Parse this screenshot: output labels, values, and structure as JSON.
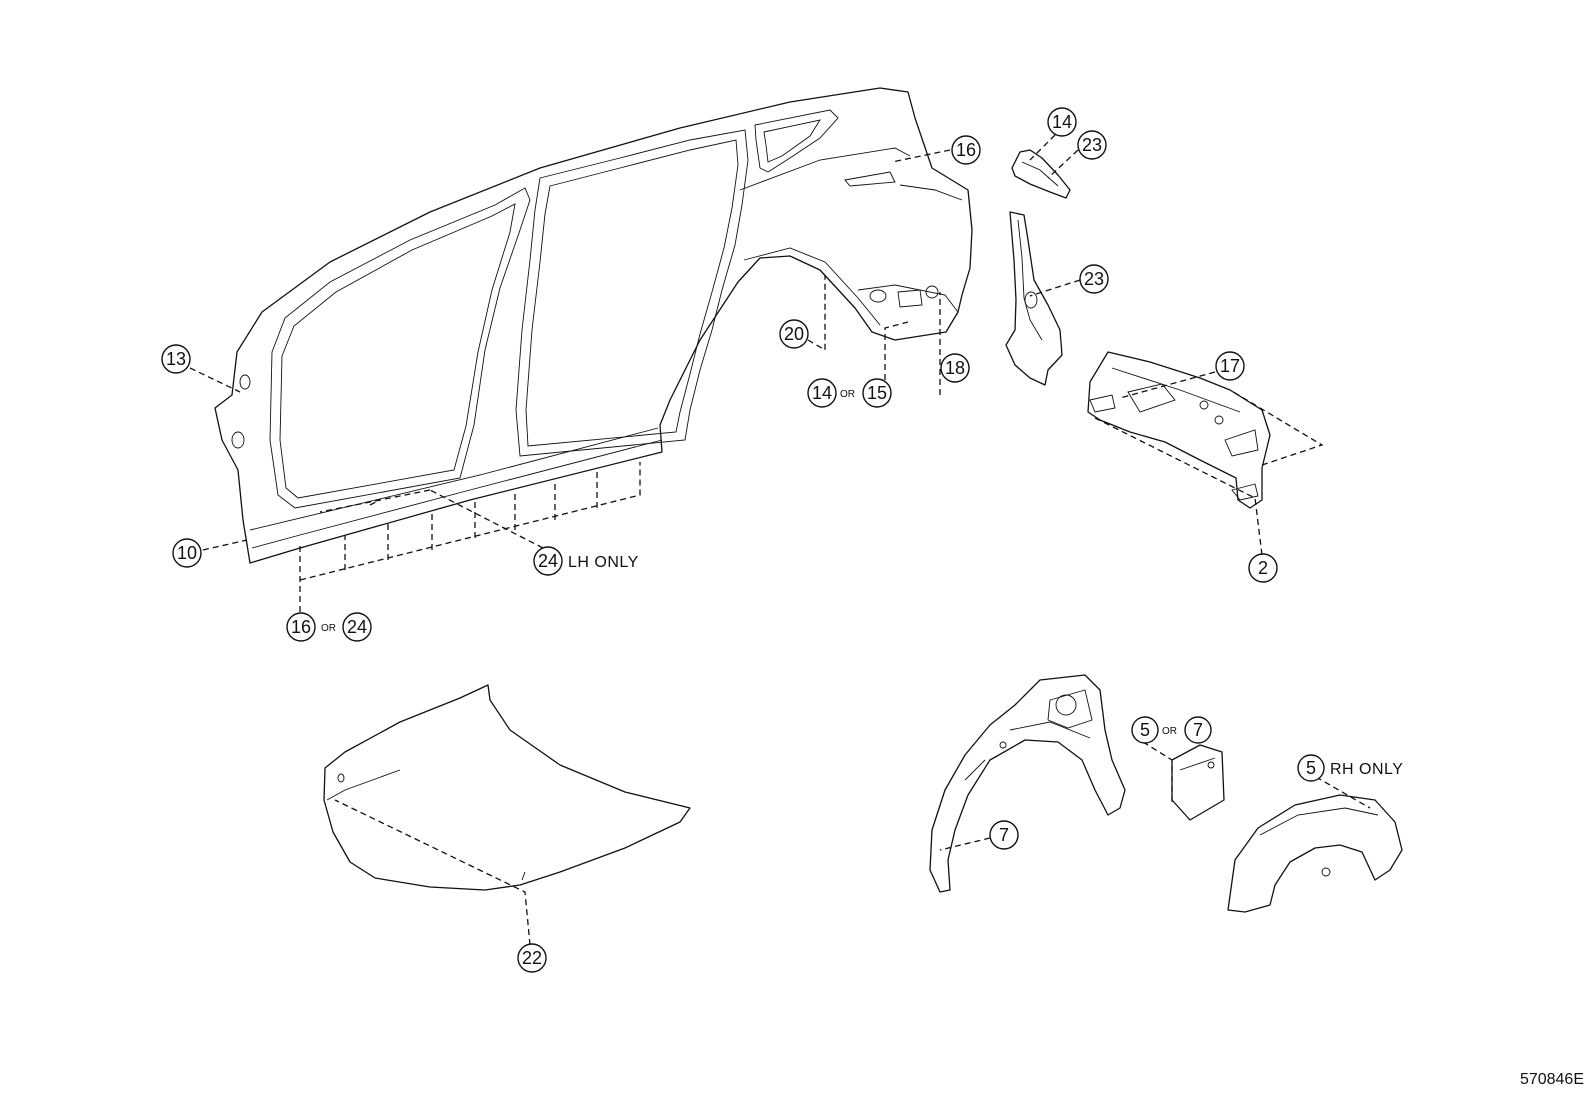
{
  "callouts": {
    "c13": "13",
    "c10": "10",
    "c16_sill": "16",
    "c24_sill": "24",
    "c24_lh": "24",
    "c16_top": "16",
    "c20": "20",
    "c14_lower": "14",
    "c15": "15",
    "c18": "18",
    "c14_upper": "14",
    "c23_upper": "23",
    "c23_mid": "23",
    "c17": "17",
    "c2": "2",
    "c22": "22",
    "c7_apron": "7",
    "c5_bracket": "5",
    "c7_bracket": "7",
    "c5_liner": "5"
  },
  "connectors": {
    "or_sill": "OR",
    "or_lower": "OR",
    "or_bracket": "OR"
  },
  "notes": {
    "lh_only": "LH ONLY",
    "rh_only": "RH ONLY"
  },
  "diagram_code": "570846E"
}
